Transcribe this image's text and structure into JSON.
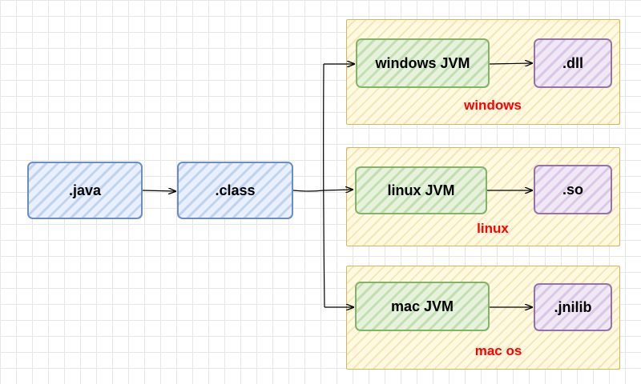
{
  "nodes": {
    "java": ".java",
    "class": ".class",
    "windows_jvm": "windows JVM",
    "dll": ".dll",
    "linux_jvm": "linux JVM",
    "so": ".so",
    "mac_jvm": "mac JVM",
    "jnilib": ".jnilib"
  },
  "groups": {
    "windows": "windows",
    "linux": "linux",
    "mac": "mac os"
  },
  "colors": {
    "source_stroke": "#6c8ebf",
    "jvm_stroke": "#82b366",
    "lib_stroke": "#9673a6",
    "group_stroke": "#d6b656",
    "group_label": "#ff0000"
  }
}
